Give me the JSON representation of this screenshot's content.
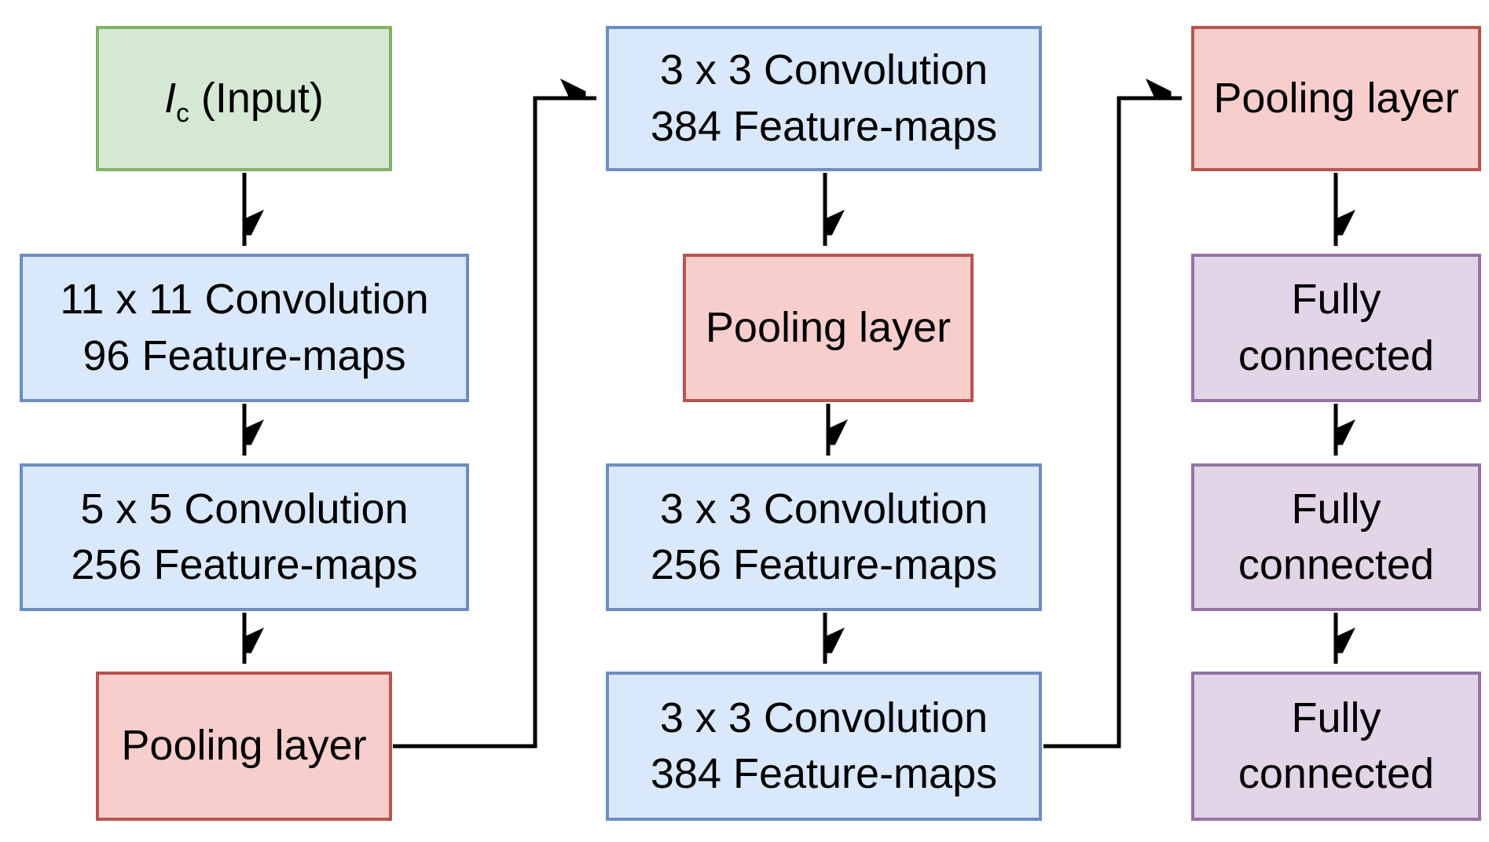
{
  "diagram": {
    "description": "Convolutional neural network architecture flow diagram",
    "colors": {
      "background": "#ffffff",
      "input_fill": "#d5e8d4",
      "input_stroke": "#82b366",
      "conv_fill": "#dae8fc",
      "conv_stroke": "#6c8ebf",
      "pool_fill": "#f8cecc",
      "pool_stroke": "#b85450",
      "fc_fill": "#e1d5e7",
      "fc_stroke": "#9673a6",
      "arrow": "#000000",
      "text": "#000000"
    },
    "nodes": {
      "input": {
        "symbol": "I",
        "subscript": "c",
        "suffix": " (Input)"
      },
      "conv1": {
        "line1": "11 x 11 Convolution",
        "line2": "96 Feature-maps"
      },
      "conv2": {
        "line1": "5 x 5 Convolution",
        "line2": "256 Feature-maps"
      },
      "pool1": {
        "label": "Pooling layer"
      },
      "conv3": {
        "line1": "3 x 3 Convolution",
        "line2": "384 Feature-maps"
      },
      "pool2": {
        "label": "Pooling layer"
      },
      "conv4": {
        "line1": "3 x 3 Convolution",
        "line2": "256 Feature-maps"
      },
      "conv5": {
        "line1": "3 x 3 Convolution",
        "line2": "384 Feature-maps"
      },
      "pool3": {
        "label": "Pooling layer"
      },
      "fc1": {
        "line1": "Fully",
        "line2": "connected"
      },
      "fc2": {
        "line1": "Fully",
        "line2": "connected"
      },
      "fc3": {
        "line1": "Fully",
        "line2": "connected"
      }
    },
    "edges": [
      {
        "from": "input",
        "to": "conv1",
        "style": "straight-down"
      },
      {
        "from": "conv1",
        "to": "conv2",
        "style": "straight-down"
      },
      {
        "from": "conv2",
        "to": "pool1",
        "style": "straight-down"
      },
      {
        "from": "pool1",
        "to": "conv3",
        "style": "elbow-right-up-right"
      },
      {
        "from": "conv3",
        "to": "pool2",
        "style": "straight-down"
      },
      {
        "from": "pool2",
        "to": "conv4",
        "style": "straight-down"
      },
      {
        "from": "conv4",
        "to": "conv5",
        "style": "straight-down"
      },
      {
        "from": "conv5",
        "to": "pool3",
        "style": "elbow-right-up-right"
      },
      {
        "from": "pool3",
        "to": "fc1",
        "style": "straight-down"
      },
      {
        "from": "fc1",
        "to": "fc2",
        "style": "straight-down"
      },
      {
        "from": "fc2",
        "to": "fc3",
        "style": "straight-down"
      }
    ]
  }
}
